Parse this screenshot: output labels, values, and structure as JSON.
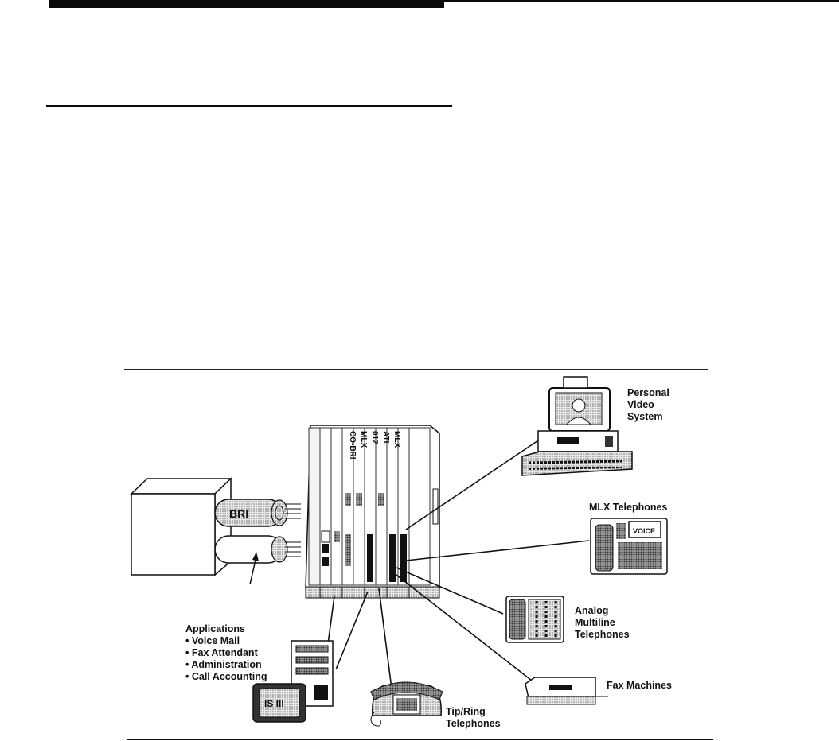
{
  "labels": {
    "personal_video": [
      "Personal",
      "Video",
      "System"
    ],
    "mlx_telephones": "MLX Telephones",
    "analog_multiline": [
      "Analog",
      "Multiline",
      "Telephones"
    ],
    "fax_machines": "Fax Machines",
    "tip_ring": [
      "Tip/Ring",
      "Telephones"
    ],
    "applications_title": "Applications",
    "applications_items": [
      "Voice Mail",
      "Fax Attendant",
      "Administration",
      "Call Accounting"
    ]
  },
  "modules": [
    "CO-BRI",
    "MLX",
    "012",
    "ATL",
    "MLX"
  ],
  "cable_labels": {
    "bri": "BRI"
  },
  "device_labels": {
    "voice": "VOICE",
    "isdn": "IS III"
  }
}
